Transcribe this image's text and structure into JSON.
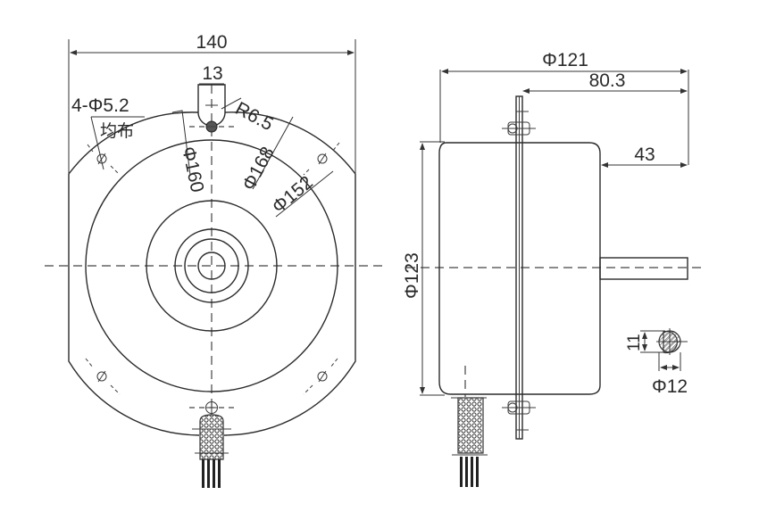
{
  "drawing": {
    "type": "motor outline dimension drawing",
    "units": "mm",
    "front_view": {
      "overall_width": "140",
      "lug_width": "13",
      "mount_holes": "4-Φ5.2",
      "mount_holes_note": "均布",
      "lug_radius": "R6.5",
      "dia_160": "Φ160",
      "dia_168": "Φ168",
      "dia_152": "Φ152"
    },
    "side_view": {
      "overall_length": "Φ121",
      "flange_to_shaft_end": "80.3",
      "shaft_length": "43",
      "body_diameter": "Φ123"
    },
    "shaft_detail": {
      "flat_height": "11",
      "shaft_diameter": "Φ12"
    }
  },
  "colors": {
    "line": "#2b2b2b",
    "background": "#ffffff"
  }
}
